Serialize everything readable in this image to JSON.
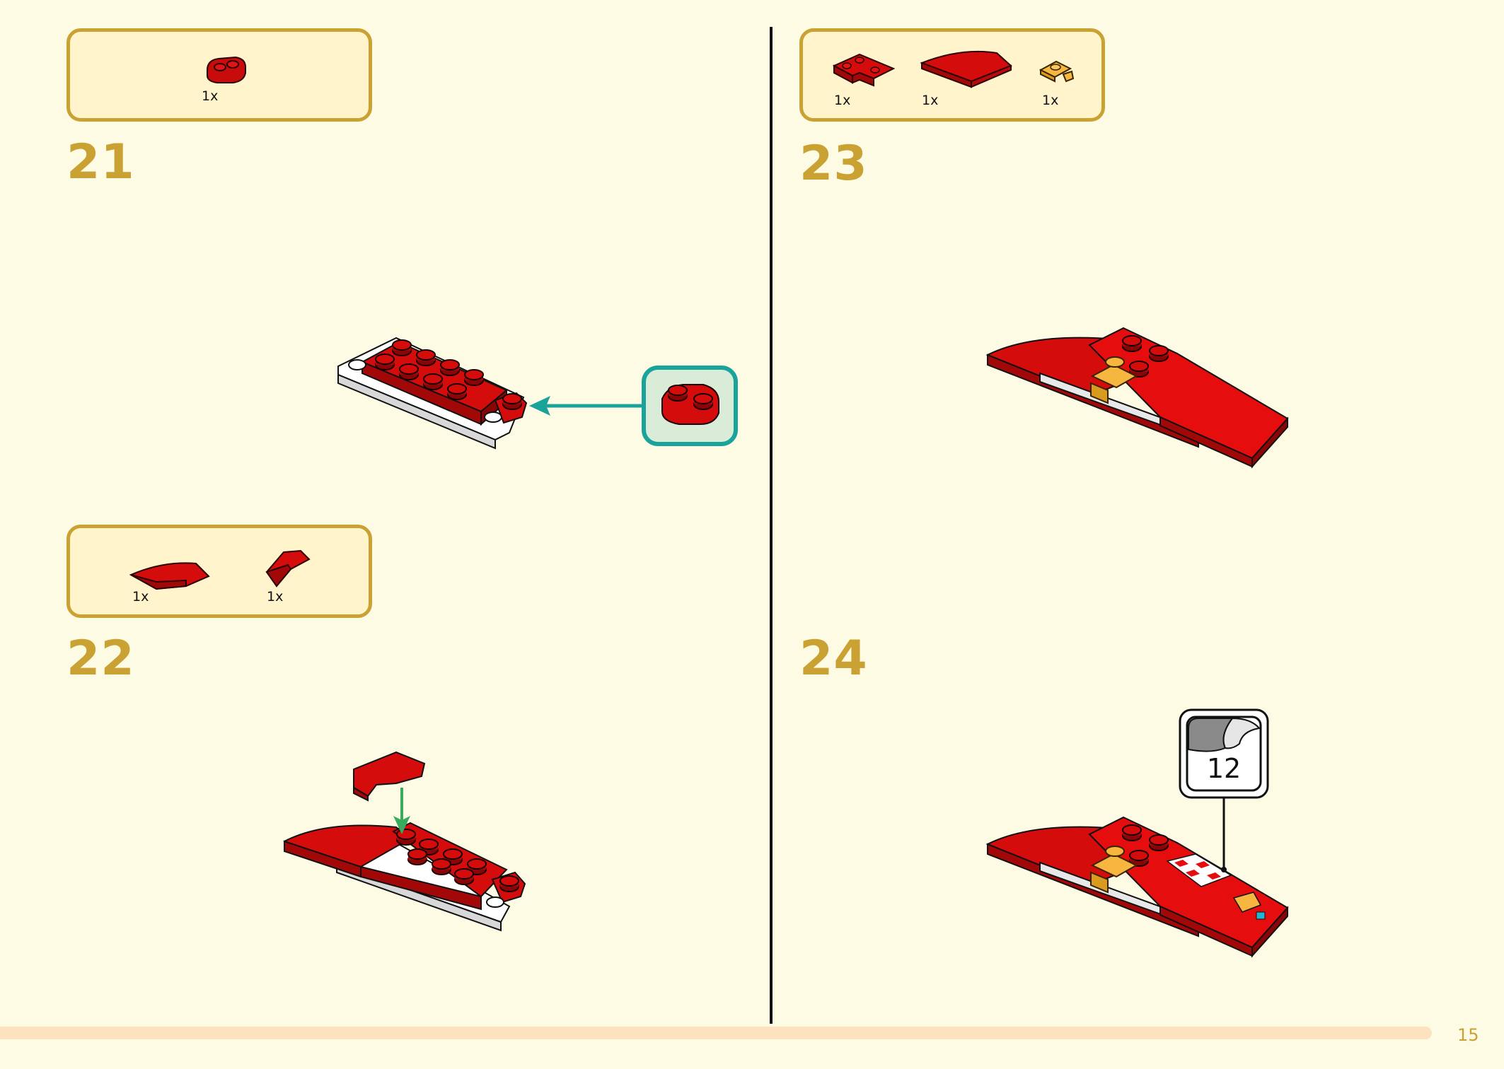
{
  "steps": [
    {
      "number": "21",
      "parts": [
        {
          "qty": "1x",
          "icon": "red-1x2-round-plate-icon"
        }
      ]
    },
    {
      "number": "22",
      "parts": [
        {
          "qty": "1x",
          "icon": "red-curved-slope-icon"
        },
        {
          "qty": "1x",
          "icon": "red-slope-brick-icon"
        }
      ]
    },
    {
      "number": "23",
      "parts": [
        {
          "qty": "1x",
          "icon": "red-corner-plate-icon"
        },
        {
          "qty": "1x",
          "icon": "red-curved-slope-large-icon"
        },
        {
          "qty": "1x",
          "icon": "yellow-clip-plate-icon"
        }
      ]
    },
    {
      "number": "24",
      "sticker": "12"
    }
  ],
  "page_number": "15",
  "colors": {
    "accent": "#c9a233",
    "brick_red": "#d40c0c",
    "background": "#fefbe4",
    "callout_teal": "#1aa39a",
    "arrow_green": "#3aaa5c"
  }
}
